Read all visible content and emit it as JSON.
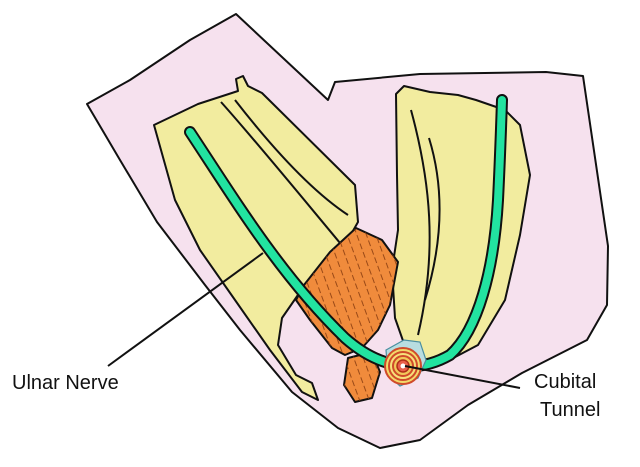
{
  "labels": {
    "ulnar_nerve": "Ulnar Nerve",
    "cubital_line1": "Cubital",
    "cubital_line2": "Tunnel"
  },
  "colors": {
    "skin": "#f6e1ee",
    "bone": "#f2ec9f",
    "nerve": "#22e3a0",
    "muscle": "#f08b3c",
    "ligament": "#b8dde0",
    "outline": "#111111"
  }
}
